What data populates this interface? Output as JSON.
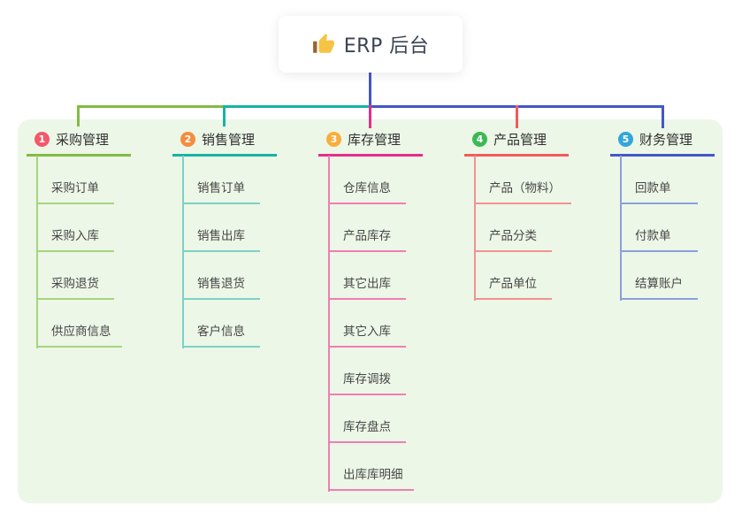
{
  "root": {
    "title": "ERP 后台",
    "icon": "thumbs-up"
  },
  "canvas": {
    "background": "#ffffff",
    "panel_color": "#ecf7e7",
    "connector_color": "#4357c6"
  },
  "branches": [
    {
      "badge": "1",
      "label": "采购管理",
      "badge_color": "#f4586b",
      "line_color": "#82bb44",
      "soft_color": "#a9d37f",
      "items": [
        "采购订单",
        "采购入库",
        "采购退货",
        "供应商信息"
      ]
    },
    {
      "badge": "2",
      "label": "销售管理",
      "badge_color": "#f68c3e",
      "line_color": "#17b3a3",
      "soft_color": "#7fd0c8",
      "items": [
        "销售订单",
        "销售出库",
        "销售退货",
        "客户信息"
      ]
    },
    {
      "badge": "3",
      "label": "库存管理",
      "badge_color": "#f8ad3d",
      "line_color": "#e62e8b",
      "soft_color": "#ef7eb5",
      "items": [
        "仓库信息",
        "产品库存",
        "其它出库",
        "其它入库",
        "库存调拨",
        "库存盘点",
        "出库库明细"
      ]
    },
    {
      "badge": "4",
      "label": "产品管理",
      "badge_color": "#3cb956",
      "line_color": "#f15b5b",
      "soft_color": "#f19390",
      "items": [
        "产品（物料）",
        "产品分类",
        "产品单位"
      ]
    },
    {
      "badge": "5",
      "label": "财务管理",
      "badge_color": "#33a6da",
      "line_color": "#4357c6",
      "soft_color": "#8ba0dc",
      "items": [
        "回款单",
        "付款单",
        "结算账户"
      ]
    }
  ]
}
